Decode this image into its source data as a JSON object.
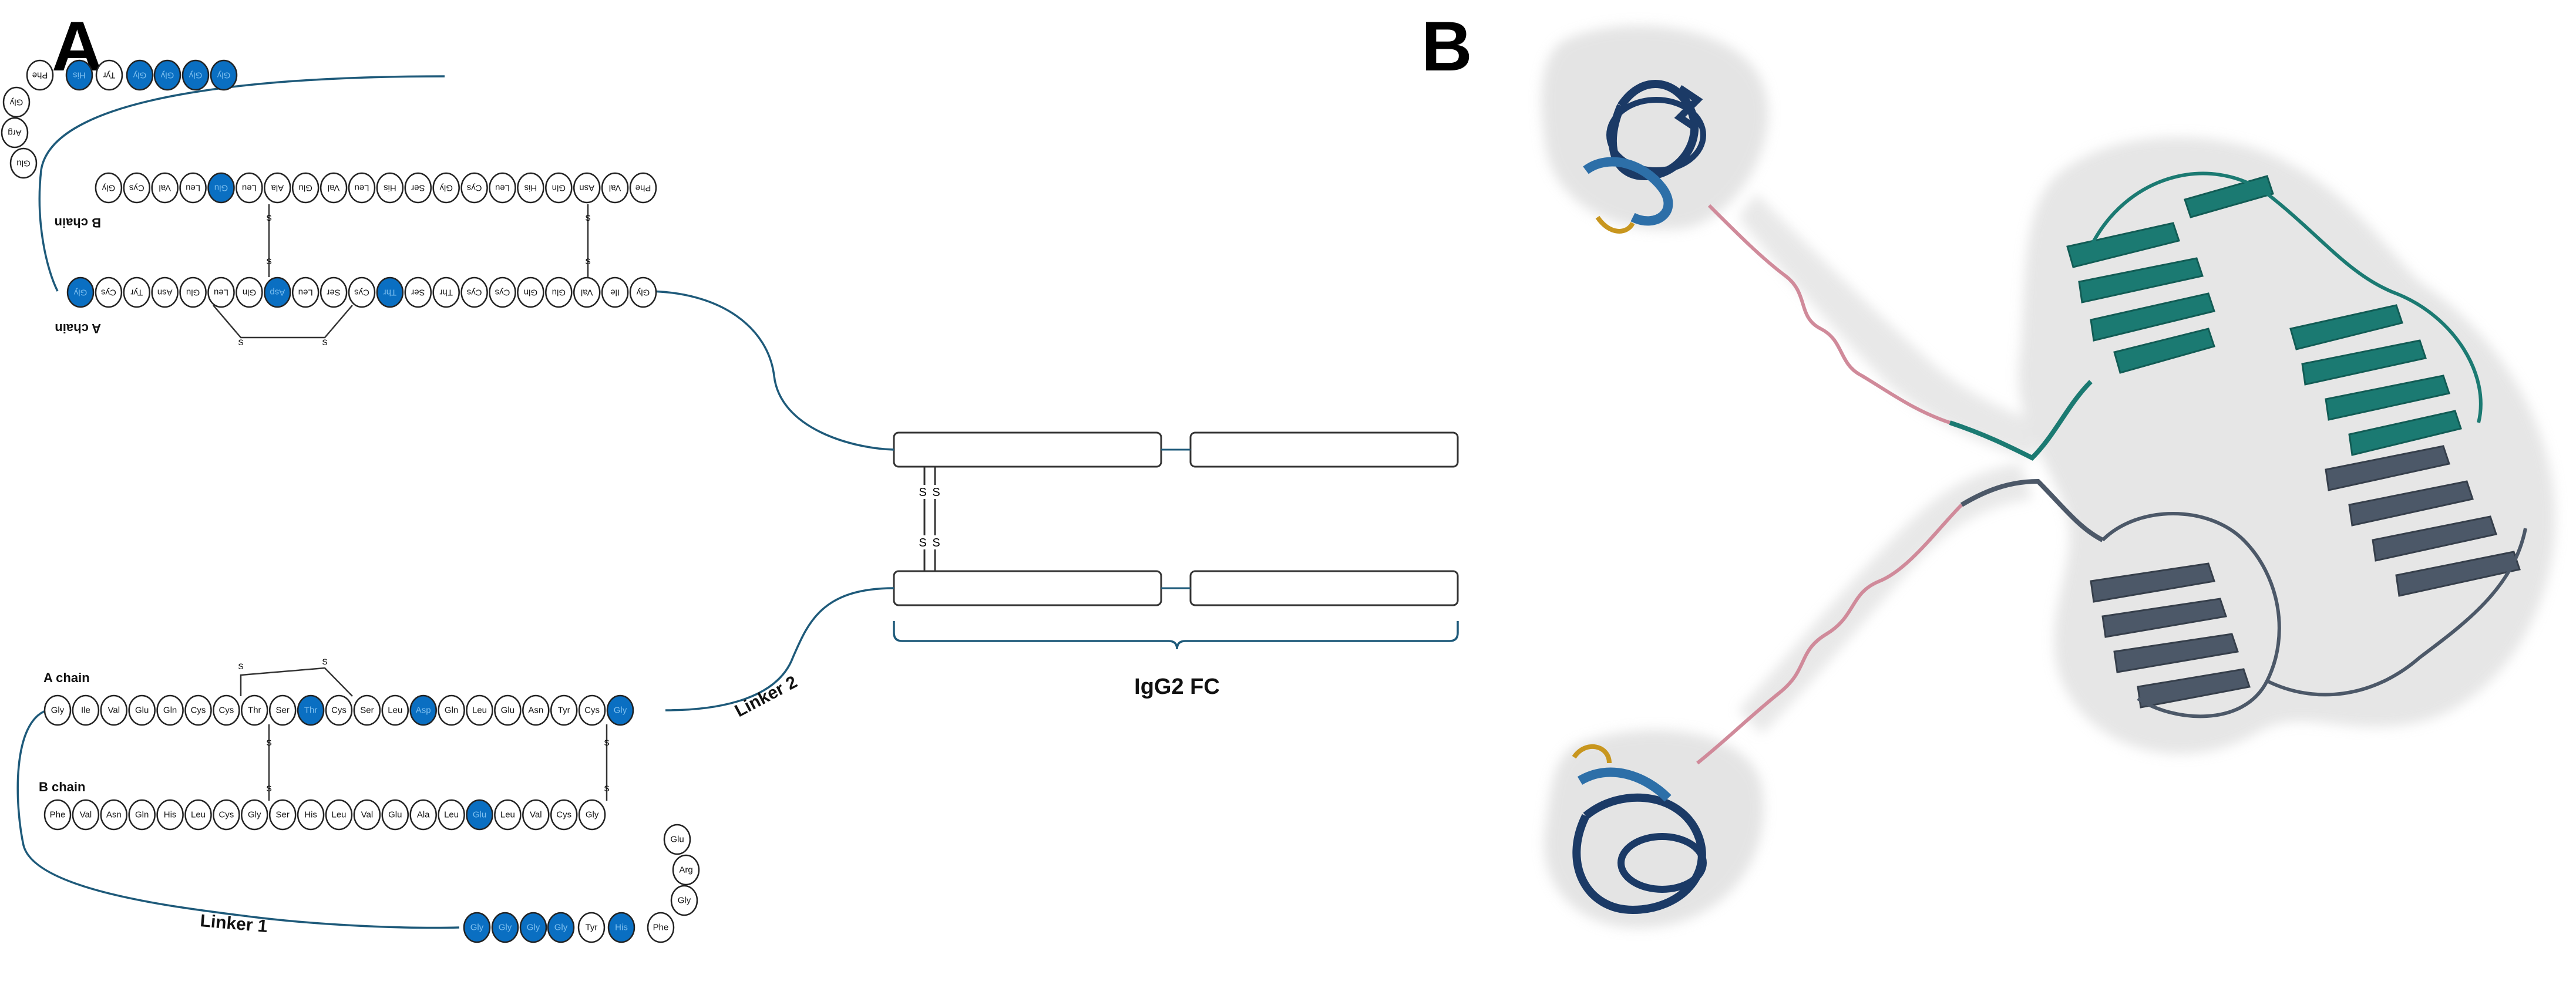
{
  "panels": {
    "a": "A",
    "b": "B"
  },
  "labels": {
    "chain_a": "A chain",
    "chain_b": "B chain",
    "linker1": "Linker 1",
    "linker2": "Linker 2",
    "fc": "IgG2 FC",
    "disulfide": "S"
  },
  "sequences": {
    "a_chain": [
      "Gly",
      "Ile",
      "Val",
      "Glu",
      "Gln",
      "Cys",
      "Cys",
      "Thr",
      "Ser",
      "Thr",
      "Cys",
      "Ser",
      "Leu",
      "Asp",
      "Gln",
      "Leu",
      "Glu",
      "Asn",
      "Tyr",
      "Cys",
      "Gly"
    ],
    "b_chain": [
      "Phe",
      "Val",
      "Asn",
      "Gln",
      "His",
      "Leu",
      "Cys",
      "Gly",
      "Ser",
      "His",
      "Leu",
      "Val",
      "Glu",
      "Ala",
      "Leu",
      "Glu",
      "Leu",
      "Val",
      "Cys",
      "Gly"
    ],
    "b_turn": [
      "Glu",
      "Arg",
      "Gly",
      "Phe"
    ],
    "b_tail": [
      "Tyr",
      "His"
    ],
    "linker": [
      "Gly",
      "Gly",
      "Gly",
      "Gly"
    ]
  },
  "highlight": {
    "a_chain": [
      9,
      13,
      20
    ],
    "b_chain": [
      15
    ],
    "b_tail": [
      1
    ],
    "linker": [
      0,
      1,
      2,
      3
    ]
  },
  "colors": {
    "highlight": "#0a6fc2",
    "outline": "#222222",
    "link": "#1e5a7a",
    "fc_bracket": "#1e5a7a",
    "helix": "#1b3a66",
    "helix_light": "#2d6fa8",
    "loop_pink": "#d08a9a",
    "beta_teal": "#1b7a72",
    "beta_gray": "#4c5868",
    "gold": "#c8961e",
    "surface": "#d9d9d9"
  },
  "icons": {
    "structure": "protein-structure-render-icon"
  }
}
